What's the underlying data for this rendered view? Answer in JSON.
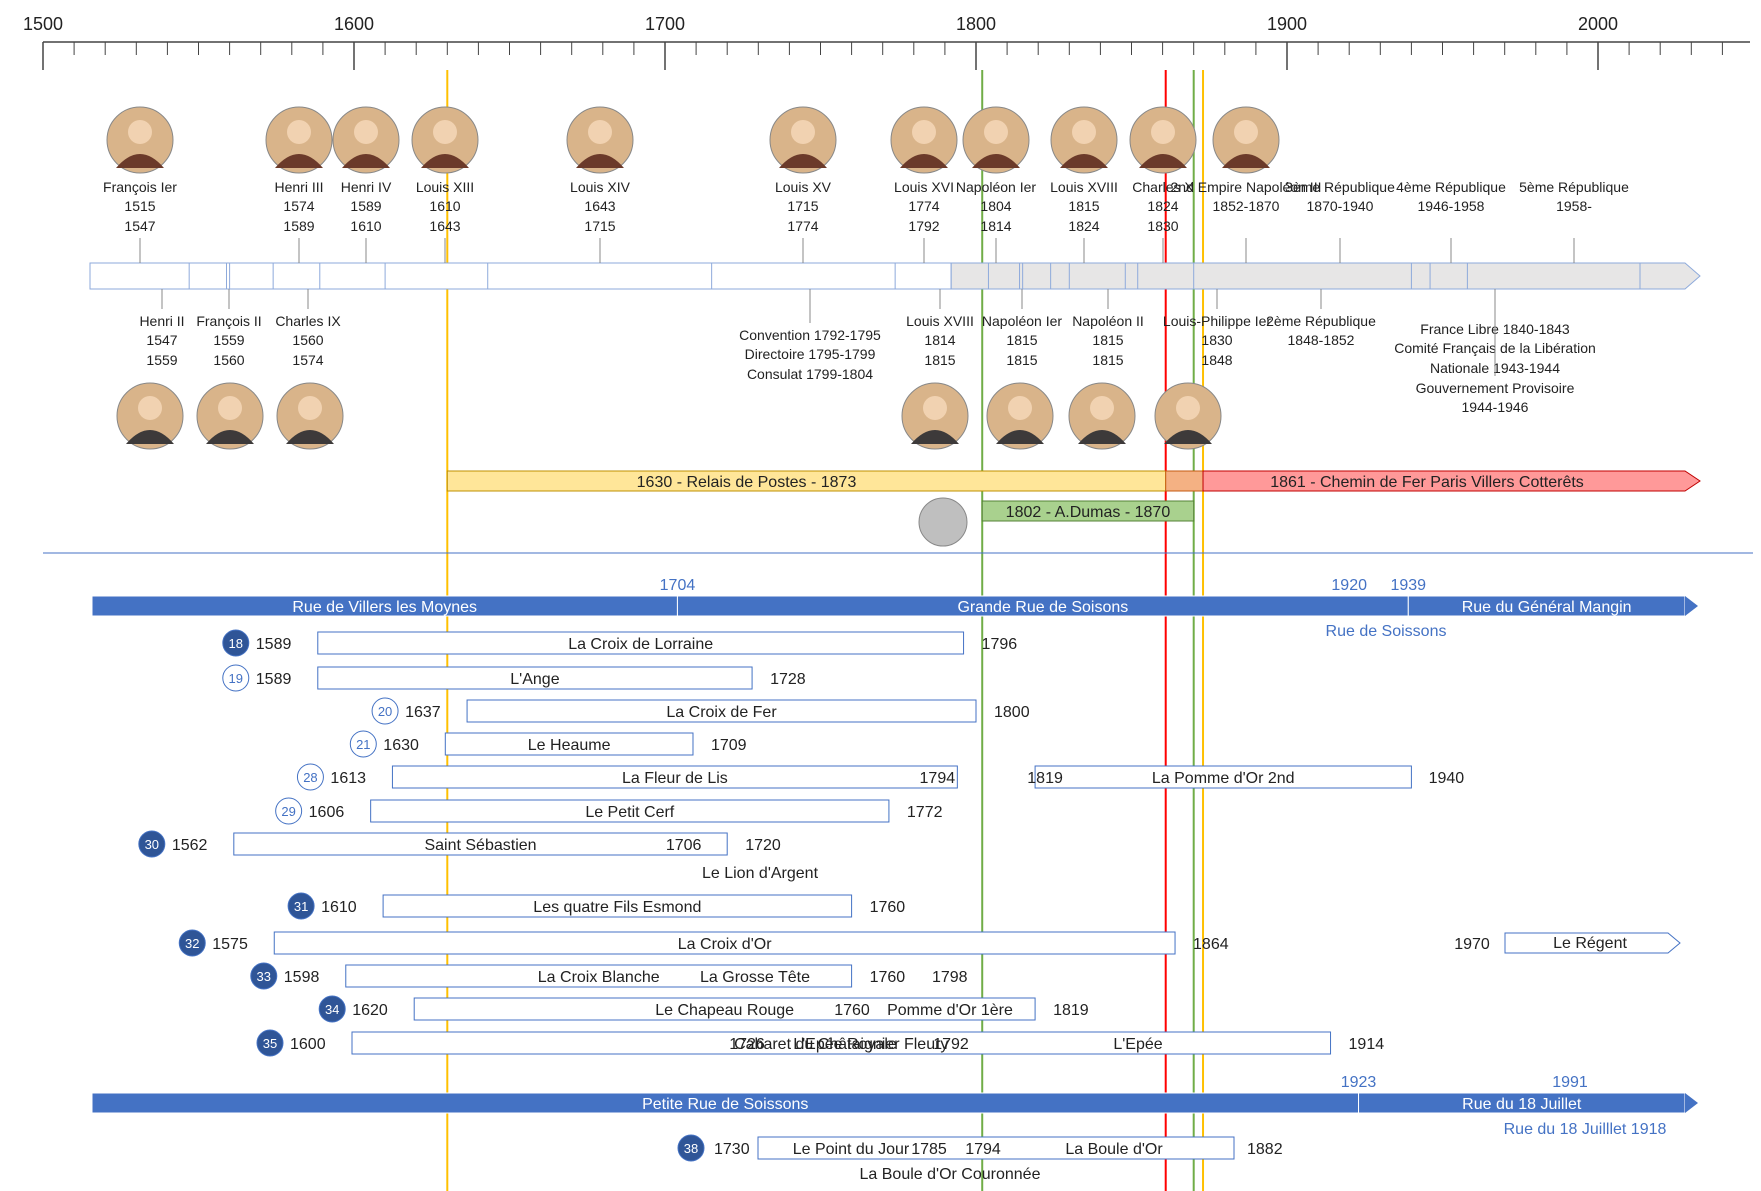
{
  "scale": {
    "start": 1500,
    "end": 2020,
    "major": [
      1500,
      1600,
      1700,
      1800,
      1900,
      2000
    ]
  },
  "colors": {
    "blue": "#4472c4",
    "light_blue_text": "#4472c4",
    "gold": "#ffc000",
    "green": "#70ad47",
    "red": "#ff0000",
    "yellow_fill": "#ffe699",
    "red_fill": "#ff9999",
    "green_fill": "#a9d18e",
    "orange_fill": "#f4b183",
    "gray_fill": "#e7e6e6",
    "portrait_bg": "#d9b48a"
  },
  "markers": [
    {
      "year": 1630,
      "color": "gold"
    },
    {
      "year": 1802,
      "color": "green"
    },
    {
      "year": 1861,
      "color": "red"
    },
    {
      "year": 1870,
      "color": "green"
    },
    {
      "year": 1873,
      "color": "gold"
    }
  ],
  "rulers_top": [
    {
      "name": "François Ier",
      "start": "1515",
      "end": "1547",
      "year": 1515
    },
    {
      "name": "Henri III",
      "start": "1574",
      "end": "1589",
      "year": 1574
    },
    {
      "name": "Henri IV",
      "start": "1589",
      "end": "1610",
      "year": 1589
    },
    {
      "name": "Louis XIII",
      "start": "1610",
      "end": "1643",
      "year": 1610
    },
    {
      "name": "Louis XIV",
      "start": "1643",
      "end": "1715",
      "year": 1643
    },
    {
      "name": "Louis XV",
      "start": "1715",
      "end": "1774",
      "year": 1715
    },
    {
      "name": "Louis XVI",
      "start": "1774",
      "end": "1792",
      "year": 1774
    },
    {
      "name": "Napoléon Ier",
      "start": "1804",
      "end": "1814",
      "year": 1804
    },
    {
      "name": "Louis XVIII",
      "start": "1815",
      "end": "1824",
      "year": 1815
    },
    {
      "name": "Charles X",
      "start": "1824",
      "end": "1830",
      "year": 1824
    },
    {
      "name": "2nd Empire Napoléon III",
      "start": "1852-1870",
      "end": "",
      "year": 1852
    },
    {
      "name": "3ème République",
      "start": "1870-1940",
      "end": "",
      "year": 1870
    },
    {
      "name": "4ème République",
      "start": "1946-1958",
      "end": "",
      "year": 1946
    },
    {
      "name": "5ème République",
      "start": "1958-",
      "end": "",
      "year": 1958
    }
  ],
  "rulers_bottom": [
    {
      "name": "Henri II",
      "start": "1547",
      "end": "1559"
    },
    {
      "name": "François II",
      "start": "1559",
      "end": "1560"
    },
    {
      "name": "Charles IX",
      "start": "1560",
      "end": "1574"
    },
    {
      "name": "Convention 1792-1795",
      "start": "Directoire 1795-1799",
      "end": "Consulat 1799-1804"
    },
    {
      "name": "Louis XVIII",
      "start": "1814",
      "end": "1815"
    },
    {
      "name": "Napoléon Ier",
      "start": "1815",
      "end": "1815"
    },
    {
      "name": "Napoléon II",
      "start": "1815",
      "end": "1815"
    },
    {
      "name": "Louis-Philippe Ier",
      "start": "1830",
      "end": "1848"
    },
    {
      "name": "2ème République",
      "start": "1848-1852",
      "end": ""
    },
    {
      "name": "France Libre 1840-1843",
      "start": "Comité Français de la Libération",
      "end": "Nationale 1943-1944"
    },
    {
      "name": "Gouvernement Provisoire",
      "start": "1944-1946",
      "end": ""
    }
  ],
  "bands": [
    {
      "label": "1630 - Relais de Postes - 1873",
      "start": 1630,
      "end": 1873,
      "fill": "yellow_fill"
    },
    {
      "label": "1861 - Chemin de Fer Paris  Villers Cotterêts",
      "start": 1861,
      "end": 2020,
      "fill": "red_fill"
    },
    {
      "label": "1802 - A.Dumas - 1870",
      "start": 1802,
      "end": 1870,
      "fill": "green_fill"
    }
  ],
  "streets_upper": {
    "segments": [
      {
        "label": "Rue de Villers les Moynes",
        "start": 1515,
        "end": 1704
      },
      {
        "label": "Grande Rue de Soisons",
        "start": 1704,
        "end": 1939
      },
      {
        "label": "Rue du Général Mangin",
        "start": 1939,
        "end": 2020
      }
    ],
    "years": [
      {
        "label": "1704",
        "year": 1704
      },
      {
        "label": "1920",
        "year": 1920
      },
      {
        "label": "1939",
        "year": 1939
      }
    ],
    "note": "Rue de Soissons"
  },
  "inns": [
    {
      "num": "18",
      "filled": true,
      "start": "1589",
      "end": "1796",
      "segments": [
        {
          "label": "La Croix de Lorraine",
          "start": 1589,
          "end": 1796
        }
      ]
    },
    {
      "num": "19",
      "filled": false,
      "start": "1589",
      "end": "1728",
      "segments": [
        {
          "label": "L'Ange",
          "start": 1589,
          "end": 1728
        }
      ]
    },
    {
      "num": "20",
      "filled": false,
      "start": "1637",
      "end": "1800",
      "segments": [
        {
          "label": "La Croix de Fer",
          "start": 1637,
          "end": 1800
        }
      ]
    },
    {
      "num": "21",
      "filled": false,
      "start": "1630",
      "end": "1709",
      "segments": [
        {
          "label": "Le Heaume",
          "start": 1630,
          "end": 1709
        }
      ]
    },
    {
      "num": "28",
      "filled": false,
      "start": "1613",
      "end": "1940",
      "segments": [
        {
          "label": "La Fleur de Lis",
          "start": 1613,
          "end": 1794
        },
        {
          "label": "La Pomme d'Or 2nd",
          "start": 1819,
          "end": 1940
        }
      ],
      "mid": [
        "1794",
        "1819"
      ]
    },
    {
      "num": "29",
      "filled": false,
      "start": "1606",
      "end": "1772",
      "segments": [
        {
          "label": "Le Petit Cerf",
          "start": 1606,
          "end": 1772
        }
      ]
    },
    {
      "num": "30",
      "filled": true,
      "start": "1562",
      "end": "1720",
      "segments": [
        {
          "label": "Saint Sébastien",
          "start": 1562,
          "end": 1720
        }
      ],
      "mid": [
        "1706"
      ],
      "sub": "Le Lion d'Argent"
    },
    {
      "num": "31",
      "filled": true,
      "start": "1610",
      "end": "1760",
      "segments": [
        {
          "label": "Les quatre Fils Esmond",
          "start": 1610,
          "end": 1760
        }
      ]
    },
    {
      "num": "32",
      "filled": true,
      "start": "1575",
      "end": "1864",
      "segments": [
        {
          "label": "La Croix d'Or",
          "start": 1575,
          "end": 1864
        }
      ],
      "extra": {
        "year": "1970",
        "label": "Le Régent"
      }
    },
    {
      "num": "33",
      "filled": true,
      "start": "1598",
      "end": "1760",
      "segments": [
        {
          "label": "La Croix Blanche",
          "start": 1598,
          "end": 1760
        }
      ],
      "mid": [
        "1798"
      ],
      "second": "La Grosse Tête"
    },
    {
      "num": "34",
      "filled": true,
      "start": "1620",
      "end": "1819",
      "segments": [
        {
          "label": "Le Chapeau Rouge",
          "start": 1620,
          "end": 1819
        }
      ],
      "mid": [
        "1760"
      ],
      "second": "Pomme d'Or 1ère"
    },
    {
      "num": "35",
      "filled": true,
      "start": "1600",
      "end": "1914",
      "segments": [
        {
          "label": "Cabaret du Châtaignier Fleury",
          "start": 1600,
          "end": 1914
        }
      ],
      "mid": [
        "1726",
        "1792"
      ],
      "second": "L'Epée Royale",
      "third": "L'Epée"
    }
  ],
  "streets_lower": {
    "segments": [
      {
        "label": "Petite Rue de Soissons",
        "start": 1515,
        "end": 1923
      },
      {
        "label": "Rue du 18 Juillet",
        "start": 1923,
        "end": 2020
      }
    ],
    "years": [
      {
        "label": "1923",
        "year": 1923
      },
      {
        "label": "1991",
        "year": 1991
      }
    ],
    "note": "Rue du 18 Juilllet 1918"
  },
  "inn_last": {
    "num": "38",
    "start": "1730",
    "end": "1882",
    "label1": "Le Point du Jour",
    "mid1": "1785",
    "mid2": "1794",
    "label2": "La Boule d'Or",
    "sub": "La Boule d'Or Couronnée"
  }
}
